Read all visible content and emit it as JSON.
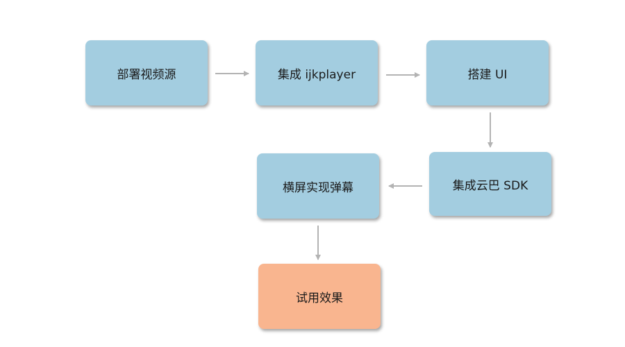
{
  "diagram": {
    "nodes": [
      {
        "id": "n1",
        "label": "部署视频源",
        "color": "#a3cde0"
      },
      {
        "id": "n2",
        "label": "集成 ijkplayer",
        "color": "#a3cde0"
      },
      {
        "id": "n3",
        "label": "搭建 UI",
        "color": "#a3cde0"
      },
      {
        "id": "n4",
        "label": "集成云巴 SDK",
        "color": "#a3cde0"
      },
      {
        "id": "n5",
        "label": "横屏实现弹幕",
        "color": "#a3cde0"
      },
      {
        "id": "n6",
        "label": "试用效果",
        "color": "#f9b58f"
      }
    ],
    "edges": [
      {
        "from": "n1",
        "to": "n2"
      },
      {
        "from": "n2",
        "to": "n3"
      },
      {
        "from": "n3",
        "to": "n4"
      },
      {
        "from": "n4",
        "to": "n5"
      },
      {
        "from": "n5",
        "to": "n6"
      }
    ],
    "arrow_color": "#b3b3b3"
  }
}
